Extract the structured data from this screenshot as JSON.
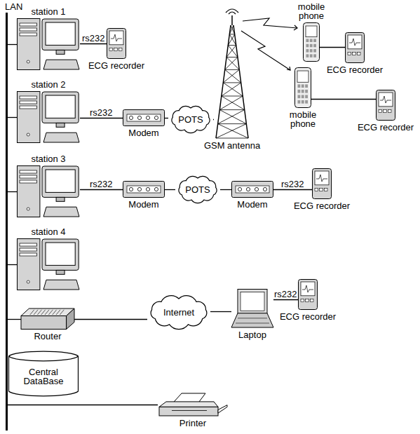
{
  "diagram": {
    "nodes": [
      {
        "text": [
          "LAN"
        ]
      },
      {
        "text": [
          "station 1"
        ]
      },
      {
        "text": [
          "ECG recorder"
        ]
      },
      {
        "text": [
          "mobile phone"
        ]
      },
      {
        "text": [
          "ECG recorder"
        ]
      },
      {
        "text": [
          "mobile phone"
        ]
      },
      {
        "text": [
          "ECG recorder"
        ]
      },
      {
        "text": [
          "station 2"
        ]
      },
      {
        "text": [
          "Modem"
        ]
      },
      {
        "text": [
          "POTS"
        ]
      },
      {
        "text": [
          "GSM antenna"
        ]
      },
      {
        "text": [
          "station 3"
        ]
      },
      {
        "text": [
          "Modem"
        ]
      },
      {
        "text": [
          "POTS"
        ]
      },
      {
        "text": [
          "Modem"
        ]
      },
      {
        "text": [
          "ECG recorder"
        ]
      },
      {
        "text": [
          "station 4"
        ]
      },
      {
        "text": [
          "Router"
        ]
      },
      {
        "text": [
          "Internet"
        ]
      },
      {
        "text": [
          "Laptop"
        ]
      },
      {
        "text": [
          "ECG recorder"
        ]
      },
      {
        "text": [
          "Central DataBase"
        ]
      },
      {
        "text": [
          "Printer"
        ]
      }
    ],
    "edges": [
      {
        "from": 0,
        "to": 1,
        "arrow": "none"
      },
      {
        "from": 1,
        "to": 2,
        "label": "rs232",
        "arrow": "none"
      },
      {
        "from": 3,
        "to": 4,
        "arrow": "none"
      },
      {
        "from": 5,
        "to": 6,
        "arrow": "none"
      },
      {
        "from": 0,
        "to": 7,
        "arrow": "none"
      },
      {
        "from": 7,
        "to": 8,
        "label": "rs232",
        "arrow": "none"
      },
      {
        "from": 8,
        "to": 9,
        "arrow": "none"
      },
      {
        "from": 9,
        "to": 10,
        "arrow": "none"
      },
      {
        "from": 0,
        "to": 11,
        "arrow": "none"
      },
      {
        "from": 11,
        "to": 12,
        "label": "rs232",
        "arrow": "none"
      },
      {
        "from": 12,
        "to": 13,
        "arrow": "none"
      },
      {
        "from": 13,
        "to": 14,
        "arrow": "none"
      },
      {
        "from": 14,
        "to": 15,
        "label": "rs232",
        "arrow": "none"
      },
      {
        "from": 0,
        "to": 16,
        "arrow": "none"
      },
      {
        "from": 0,
        "to": 17,
        "arrow": "none"
      },
      {
        "from": 17,
        "to": 18,
        "arrow": "none"
      },
      {
        "from": 18,
        "to": 19,
        "arrow": "none"
      },
      {
        "from": 19,
        "to": 20,
        "label": "rs232",
        "arrow": "none"
      },
      {
        "from": 0,
        "to": 22,
        "arrow": "none"
      }
    ]
  }
}
